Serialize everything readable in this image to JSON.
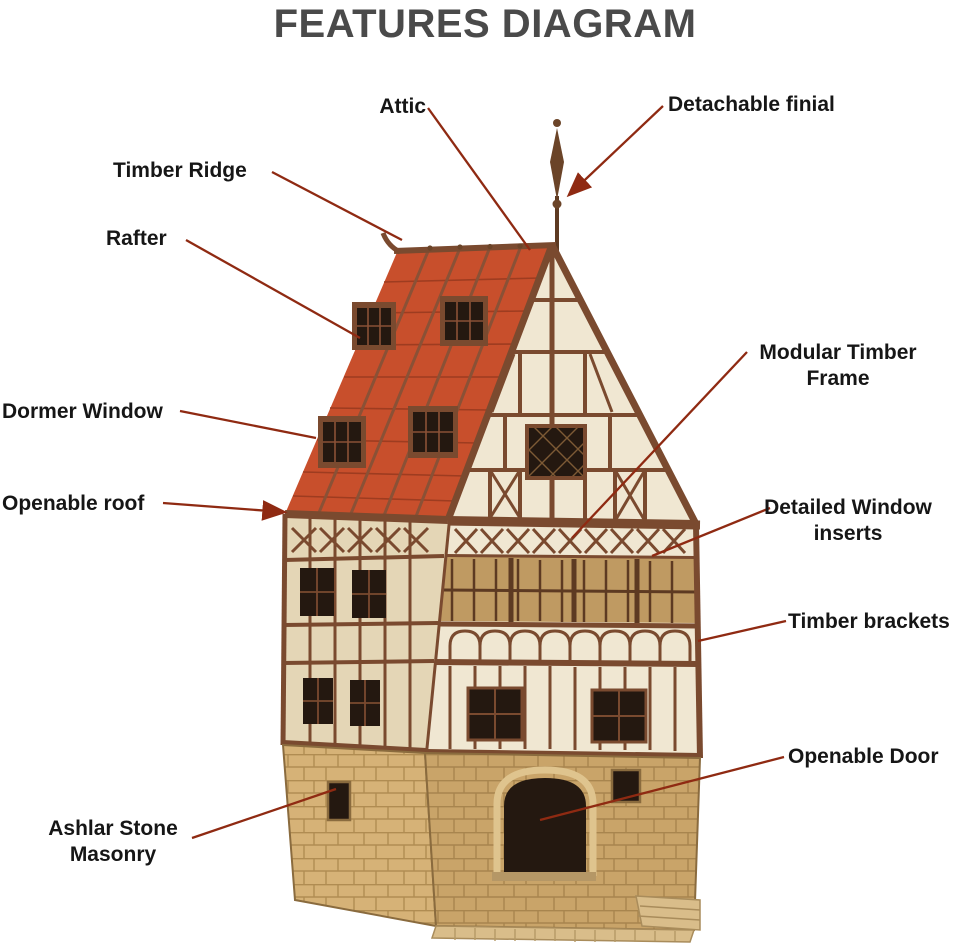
{
  "title": "FEATURES DIAGRAM",
  "labels": {
    "attic": "Attic",
    "detachable_finial": "Detachable finial",
    "timber_ridge": "Timber Ridge",
    "rafter": "Rafter",
    "dormer_window": "Dormer Window",
    "openable_roof": "Openable roof",
    "modular_timber_frame": "Modular Timber Frame",
    "detailed_window_inserts": "Detailed Window inserts",
    "timber_brackets": "Timber brackets",
    "openable_door": "Openable Door",
    "ashlar_stone_masonry": "Ashlar Stone Masonry"
  },
  "colors": {
    "background": "#ffffff",
    "title_text": "#4a4a4a",
    "label_text": "#161616",
    "leader_line": "#8f2a12",
    "roof_red": "#c84f2c",
    "roof_tile_line": "#9e3c20",
    "timber_brown": "#7a4a2f",
    "timber_dark": "#5d3a22",
    "infill_cream": "#f0e7d2",
    "infill_shade": "#e4d6b6",
    "window_dark": "#241810",
    "stone_tan": "#c9a469",
    "stone_light": "#d6b277",
    "base_wood": "#d9bd8a"
  },
  "diagram": {
    "subject": "Medieval half-timbered house model with red tiled roof, timber-framed floors and ashlar stone base"
  }
}
